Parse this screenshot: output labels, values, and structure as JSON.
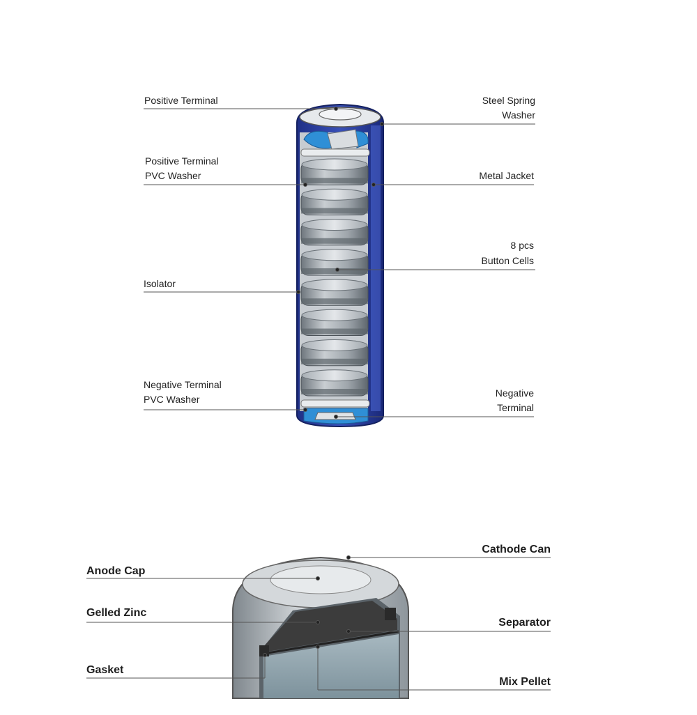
{
  "battery_diagram": {
    "labels": {
      "positive_terminal": "Positive Terminal",
      "steel_spring_washer_line1": "Steel Spring",
      "steel_spring_washer_line2": "Washer",
      "positive_pvc_washer_line1": "Positive Terminal",
      "positive_pvc_washer_line2": "PVC Washer",
      "metal_jacket": "Metal Jacket",
      "button_cells_line1": "8 pcs",
      "button_cells_line2": "Button Cells",
      "isolator": "Isolator",
      "negative_pvc_washer_line1": "Negative Terminal",
      "negative_pvc_washer_line2": "PVC Washer",
      "negative_terminal_line1": "Negative",
      "negative_terminal_line2": "Terminal"
    },
    "colors": {
      "jacket": "#2a3f9c",
      "inner_blue": "#2f8fd6",
      "cell": "#9aa2a8"
    }
  },
  "button_cell_diagram": {
    "labels": {
      "anode_cap": "Anode Cap",
      "cathode_can": "Cathode Can",
      "gelled_zinc": "Gelled Zinc",
      "separator": "Separator",
      "gasket": "Gasket",
      "mix_pellet": "Mix Pellet"
    },
    "colors": {
      "zinc": "#3c3c3c",
      "pellet": "#8ea3ad",
      "can": "#b9bfc4"
    }
  }
}
